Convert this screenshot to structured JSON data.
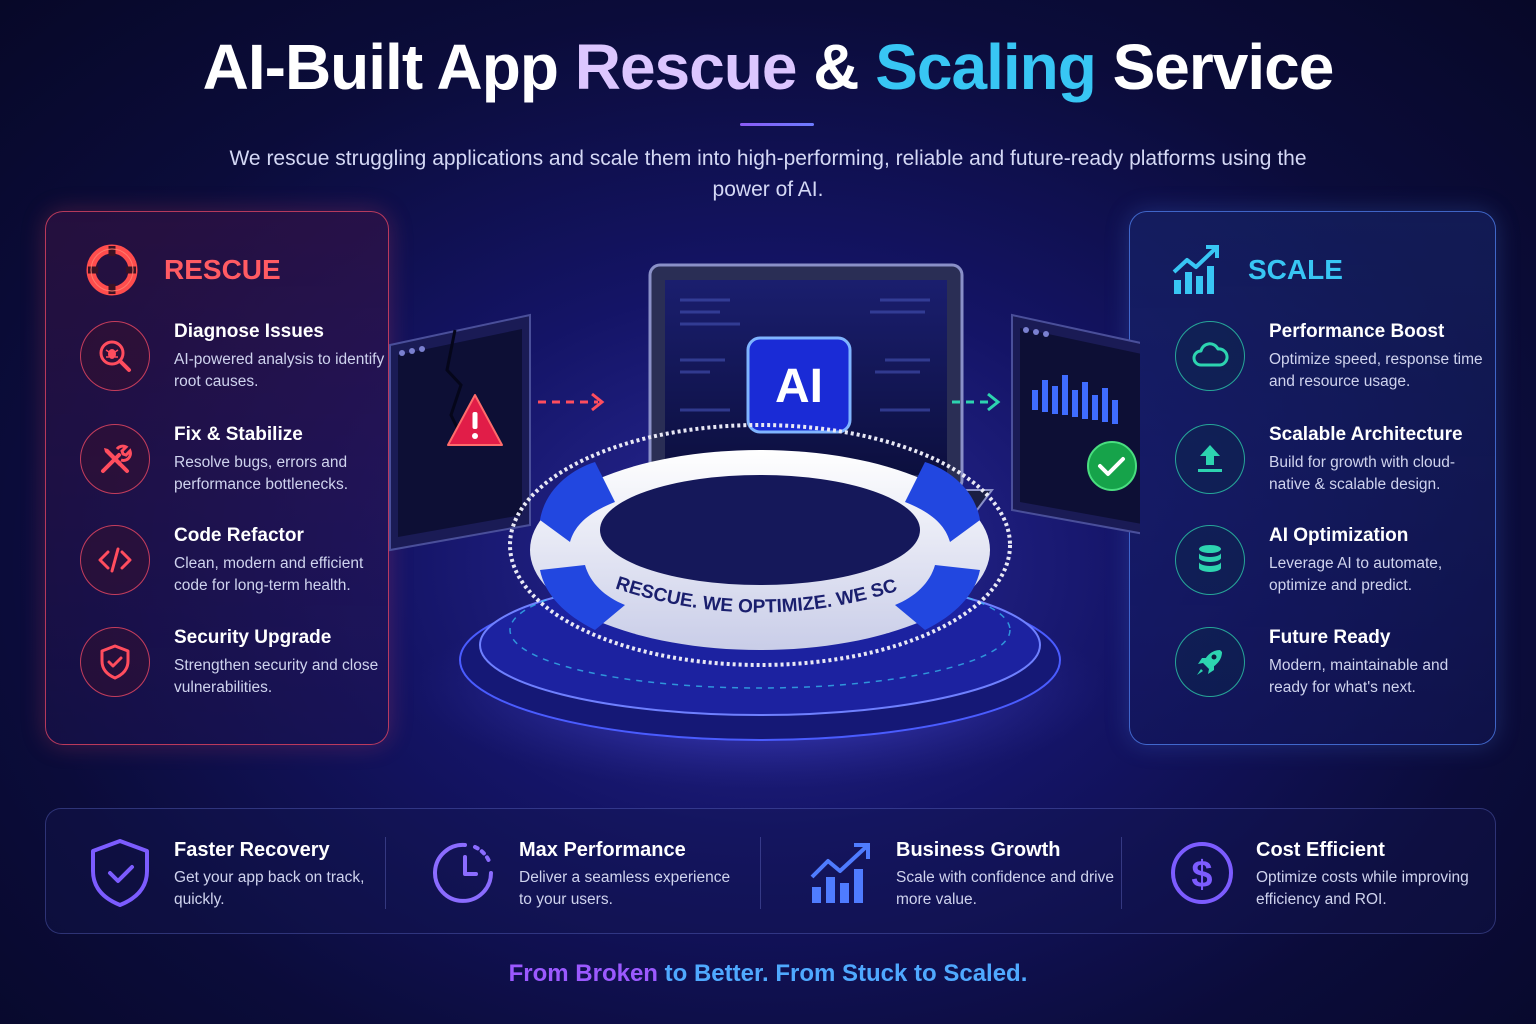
{
  "header": {
    "title_part1": "AI-Built App ",
    "title_part2": "Rescue",
    "title_part3": " & ",
    "title_part4": "Scaling",
    "title_part5": " Service",
    "subtitle": "We rescue struggling applications and scale them into high-performing, reliable and future-ready platforms using the power of AI."
  },
  "rescue": {
    "label": "RESCUE",
    "icon": "lifebuoy-icon",
    "items": [
      {
        "title": "Diagnose Issues",
        "desc": "AI-powered analysis to identify root causes.",
        "icon": "bug-search-icon"
      },
      {
        "title": "Fix & Stabilize",
        "desc": "Resolve bugs, errors and performance bottlenecks.",
        "icon": "tools-icon"
      },
      {
        "title": "Code Refactor",
        "desc": "Clean, modern and efficient code for long-term health.",
        "icon": "code-icon"
      },
      {
        "title": "Security Upgrade",
        "desc": "Strengthen security and close vulnerabilities.",
        "icon": "shield-check-icon"
      }
    ]
  },
  "scale": {
    "label": "SCALE",
    "icon": "growth-chart-icon",
    "items": [
      {
        "title": "Performance Boost",
        "desc": "Optimize speed, response time and resource usage.",
        "icon": "cloud-icon"
      },
      {
        "title": "Scalable Architecture",
        "desc": "Build for growth with cloud-native & scalable design.",
        "icon": "upload-icon"
      },
      {
        "title": "AI Optimization",
        "desc": "Leverage AI to automate, optimize and predict.",
        "icon": "database-icon"
      },
      {
        "title": "Future Ready",
        "desc": "Modern, maintainable and ready for what's next.",
        "icon": "rocket-icon"
      }
    ]
  },
  "center": {
    "ai_chip_label": "AI",
    "ring_text": "WE RESCUE. WE OPTIMIZE. WE SCALE."
  },
  "benefits": [
    {
      "title": "Faster Recovery",
      "desc": "Get your app back on track, quickly.",
      "icon": "shield-check-icon"
    },
    {
      "title": "Max Performance",
      "desc": "Deliver a seamless experience to your users.",
      "icon": "clock-icon"
    },
    {
      "title": "Business Growth",
      "desc": "Scale with confidence and drive more value.",
      "icon": "growth-chart-icon"
    },
    {
      "title": "Cost Efficient",
      "desc": "Optimize costs while improving efficiency and ROI.",
      "icon": "dollar-icon"
    }
  ],
  "tagline": {
    "part1": "From Broken",
    "part2": " to Better. From Stuck to Scaled."
  },
  "colors": {
    "rescue_accent": "#ff5b63",
    "scale_accent": "#38c6f4",
    "background": "#0b0c3a"
  }
}
